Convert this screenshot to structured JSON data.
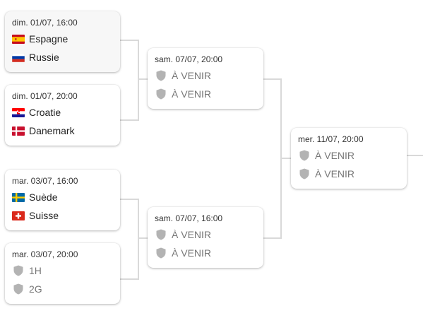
{
  "colors": {
    "line": "#d9d9d9",
    "shield": "#b3b3b3",
    "card_hover_bg": "#f7f7f7"
  },
  "round_of_16": [
    {
      "date": "dim. 01/07, 16:00",
      "teams": [
        {
          "name": "Espagne",
          "icon": "flag-spain"
        },
        {
          "name": "Russie",
          "icon": "flag-russia"
        }
      ]
    },
    {
      "date": "dim. 01/07, 20:00",
      "teams": [
        {
          "name": "Croatie",
          "icon": "flag-croatia"
        },
        {
          "name": "Danemark",
          "icon": "flag-denmark"
        }
      ]
    },
    {
      "date": "mar. 03/07, 16:00",
      "teams": [
        {
          "name": "Suède",
          "icon": "flag-sweden"
        },
        {
          "name": "Suisse",
          "icon": "flag-switzerland"
        }
      ]
    },
    {
      "date": "mar. 03/07, 20:00",
      "teams": [
        {
          "name": "1H",
          "icon": "shield-icon"
        },
        {
          "name": "2G",
          "icon": "shield-icon"
        }
      ]
    }
  ],
  "quarter_finals": [
    {
      "date": "sam. 07/07, 20:00",
      "teams": [
        {
          "name": "À VENIR",
          "icon": "shield-icon"
        },
        {
          "name": "À VENIR",
          "icon": "shield-icon"
        }
      ]
    },
    {
      "date": "sam. 07/07, 16:00",
      "teams": [
        {
          "name": "À VENIR",
          "icon": "shield-icon"
        },
        {
          "name": "À VENIR",
          "icon": "shield-icon"
        }
      ]
    }
  ],
  "semi_final": {
    "date": "mer. 11/07, 20:00",
    "teams": [
      {
        "name": "À VENIR",
        "icon": "shield-icon"
      },
      {
        "name": "À VENIR",
        "icon": "shield-icon"
      }
    ]
  }
}
